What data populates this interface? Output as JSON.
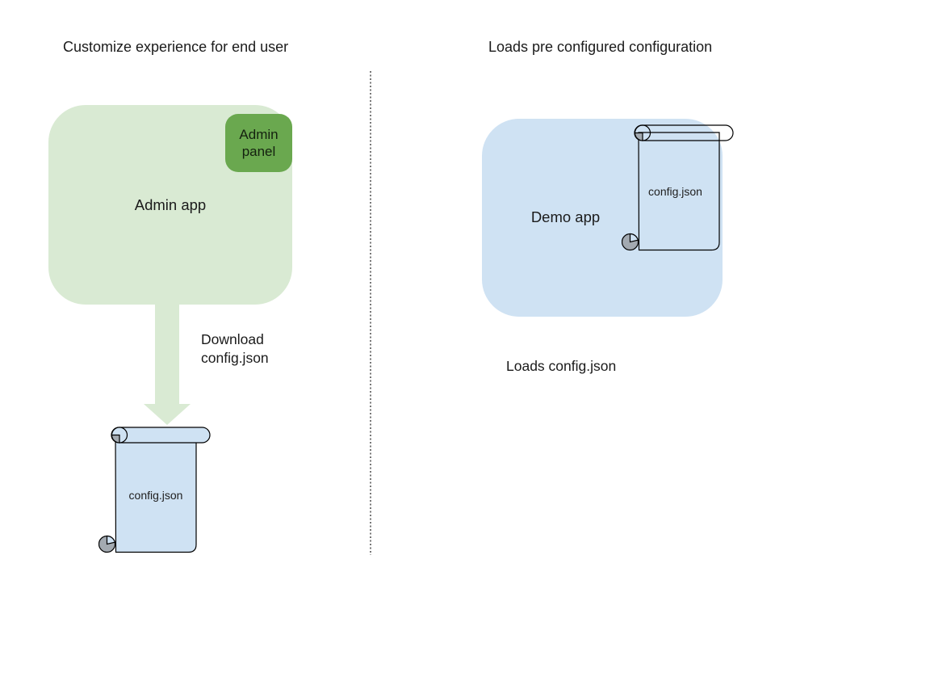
{
  "colors": {
    "admin_app_bg": "#d9ead3",
    "admin_panel_bg": "#6aa84f",
    "arrow_fill": "#d9ead3",
    "demo_app_bg": "#cfe2f3",
    "scroll_fill_left": "#cfe2f3",
    "scroll_fill_right": "none",
    "scroll_curl_gray": "#a3aab1",
    "curl_notch": "#cfe2f3",
    "outline": "#000000",
    "divider_gray": "#777777",
    "text": "#1b1b1b"
  },
  "left_panel": {
    "title": "Customize experience for end user",
    "admin_app_label": "Admin app",
    "admin_panel_label": "Admin panel",
    "download_caption": "Download config.json",
    "config_file_label": "config.json"
  },
  "right_panel": {
    "title": "Loads pre configured configuration",
    "demo_app_label": "Demo app",
    "config_file_label": "config.json",
    "loads_caption": "Loads config.json"
  }
}
